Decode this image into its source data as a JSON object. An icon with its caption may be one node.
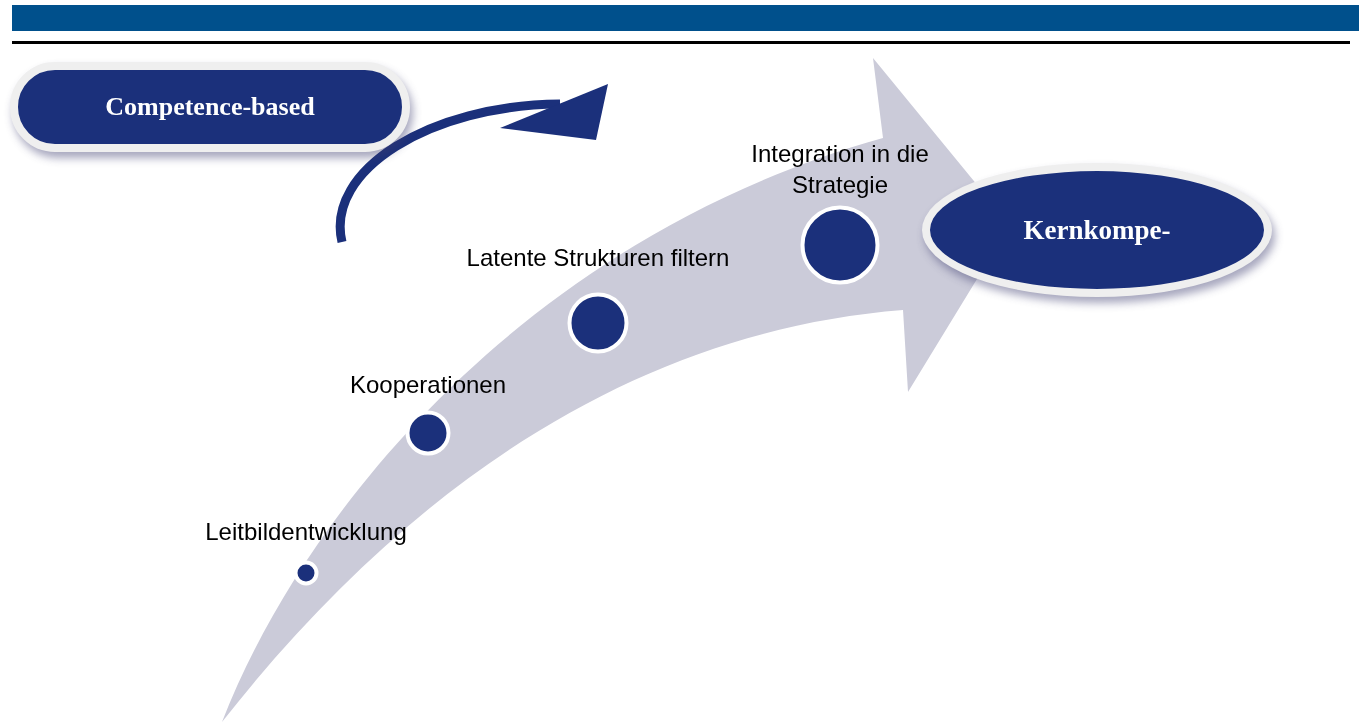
{
  "diagram": {
    "nodes": [
      {
        "text": [
          "Competence-based"
        ]
      },
      {
        "text": [
          "Leitbildentwicklung"
        ]
      },
      {
        "text": [
          "Kooperationen"
        ]
      },
      {
        "text": [
          "Latente Strukturen filtern"
        ]
      },
      {
        "text": [
          "Integration in die Strategie"
        ]
      },
      {
        "text": [
          "Kernkompe-"
        ]
      }
    ]
  }
}
